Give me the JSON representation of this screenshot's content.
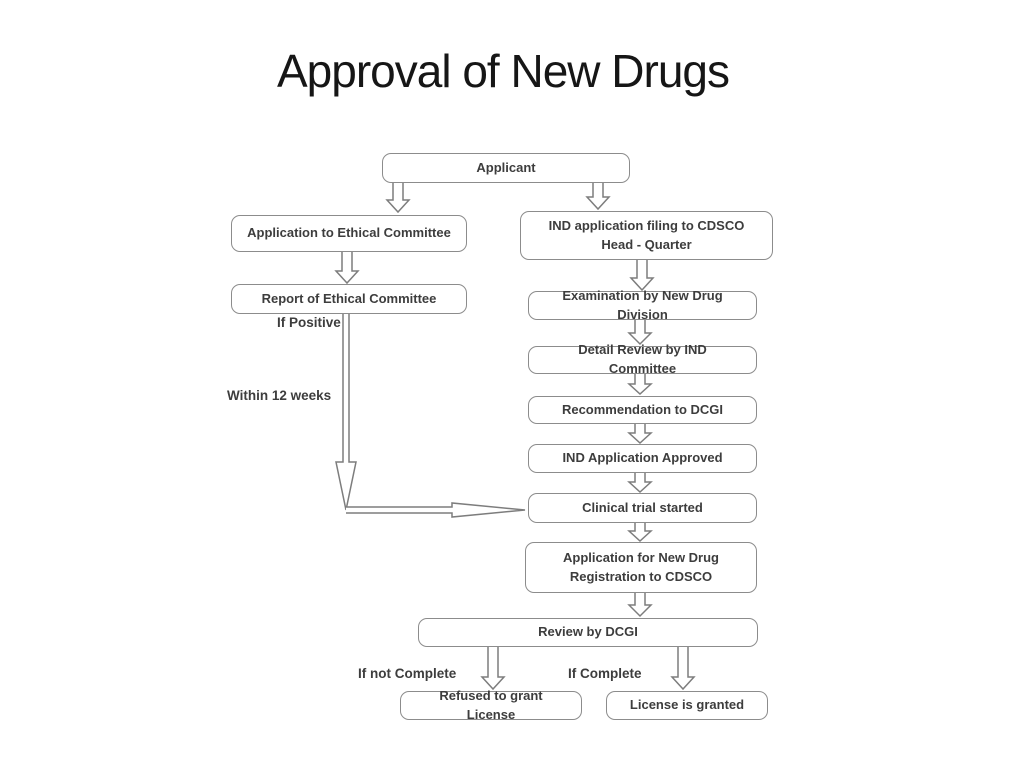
{
  "title": "Approval of New Drugs",
  "diagram": {
    "type": "flowchart",
    "nodes": {
      "applicant": "Applicant",
      "app_ethical": "Application to Ethical Committee",
      "report_ethical": "Report of Ethical Committee",
      "ind_filing": "IND application filing to CDSCO Head - Quarter",
      "examination": "Examination by New Drug Division",
      "detail_review": "Detail Review by IND Committee",
      "recommendation": "Recommendation to DCGI",
      "ind_approved": "IND Application Approved",
      "clinical": "Clinical trial started",
      "registration": "Application for New Drug Registration to CDSCO",
      "review_dcgi": "Review by DCGI",
      "refused": "Refused to grant License",
      "granted": "License is granted"
    },
    "edge_labels": {
      "if_positive": "If Positive",
      "within_12_weeks": "Within 12 weeks",
      "if_not_complete": "If not Complete",
      "if_complete": "If Complete"
    },
    "colors": {
      "background": "#ffffff",
      "box_border": "#8c8c8c",
      "box_text": "#3d3d3d",
      "arrow": "#7d7d7d",
      "title_text": "#161616"
    }
  }
}
